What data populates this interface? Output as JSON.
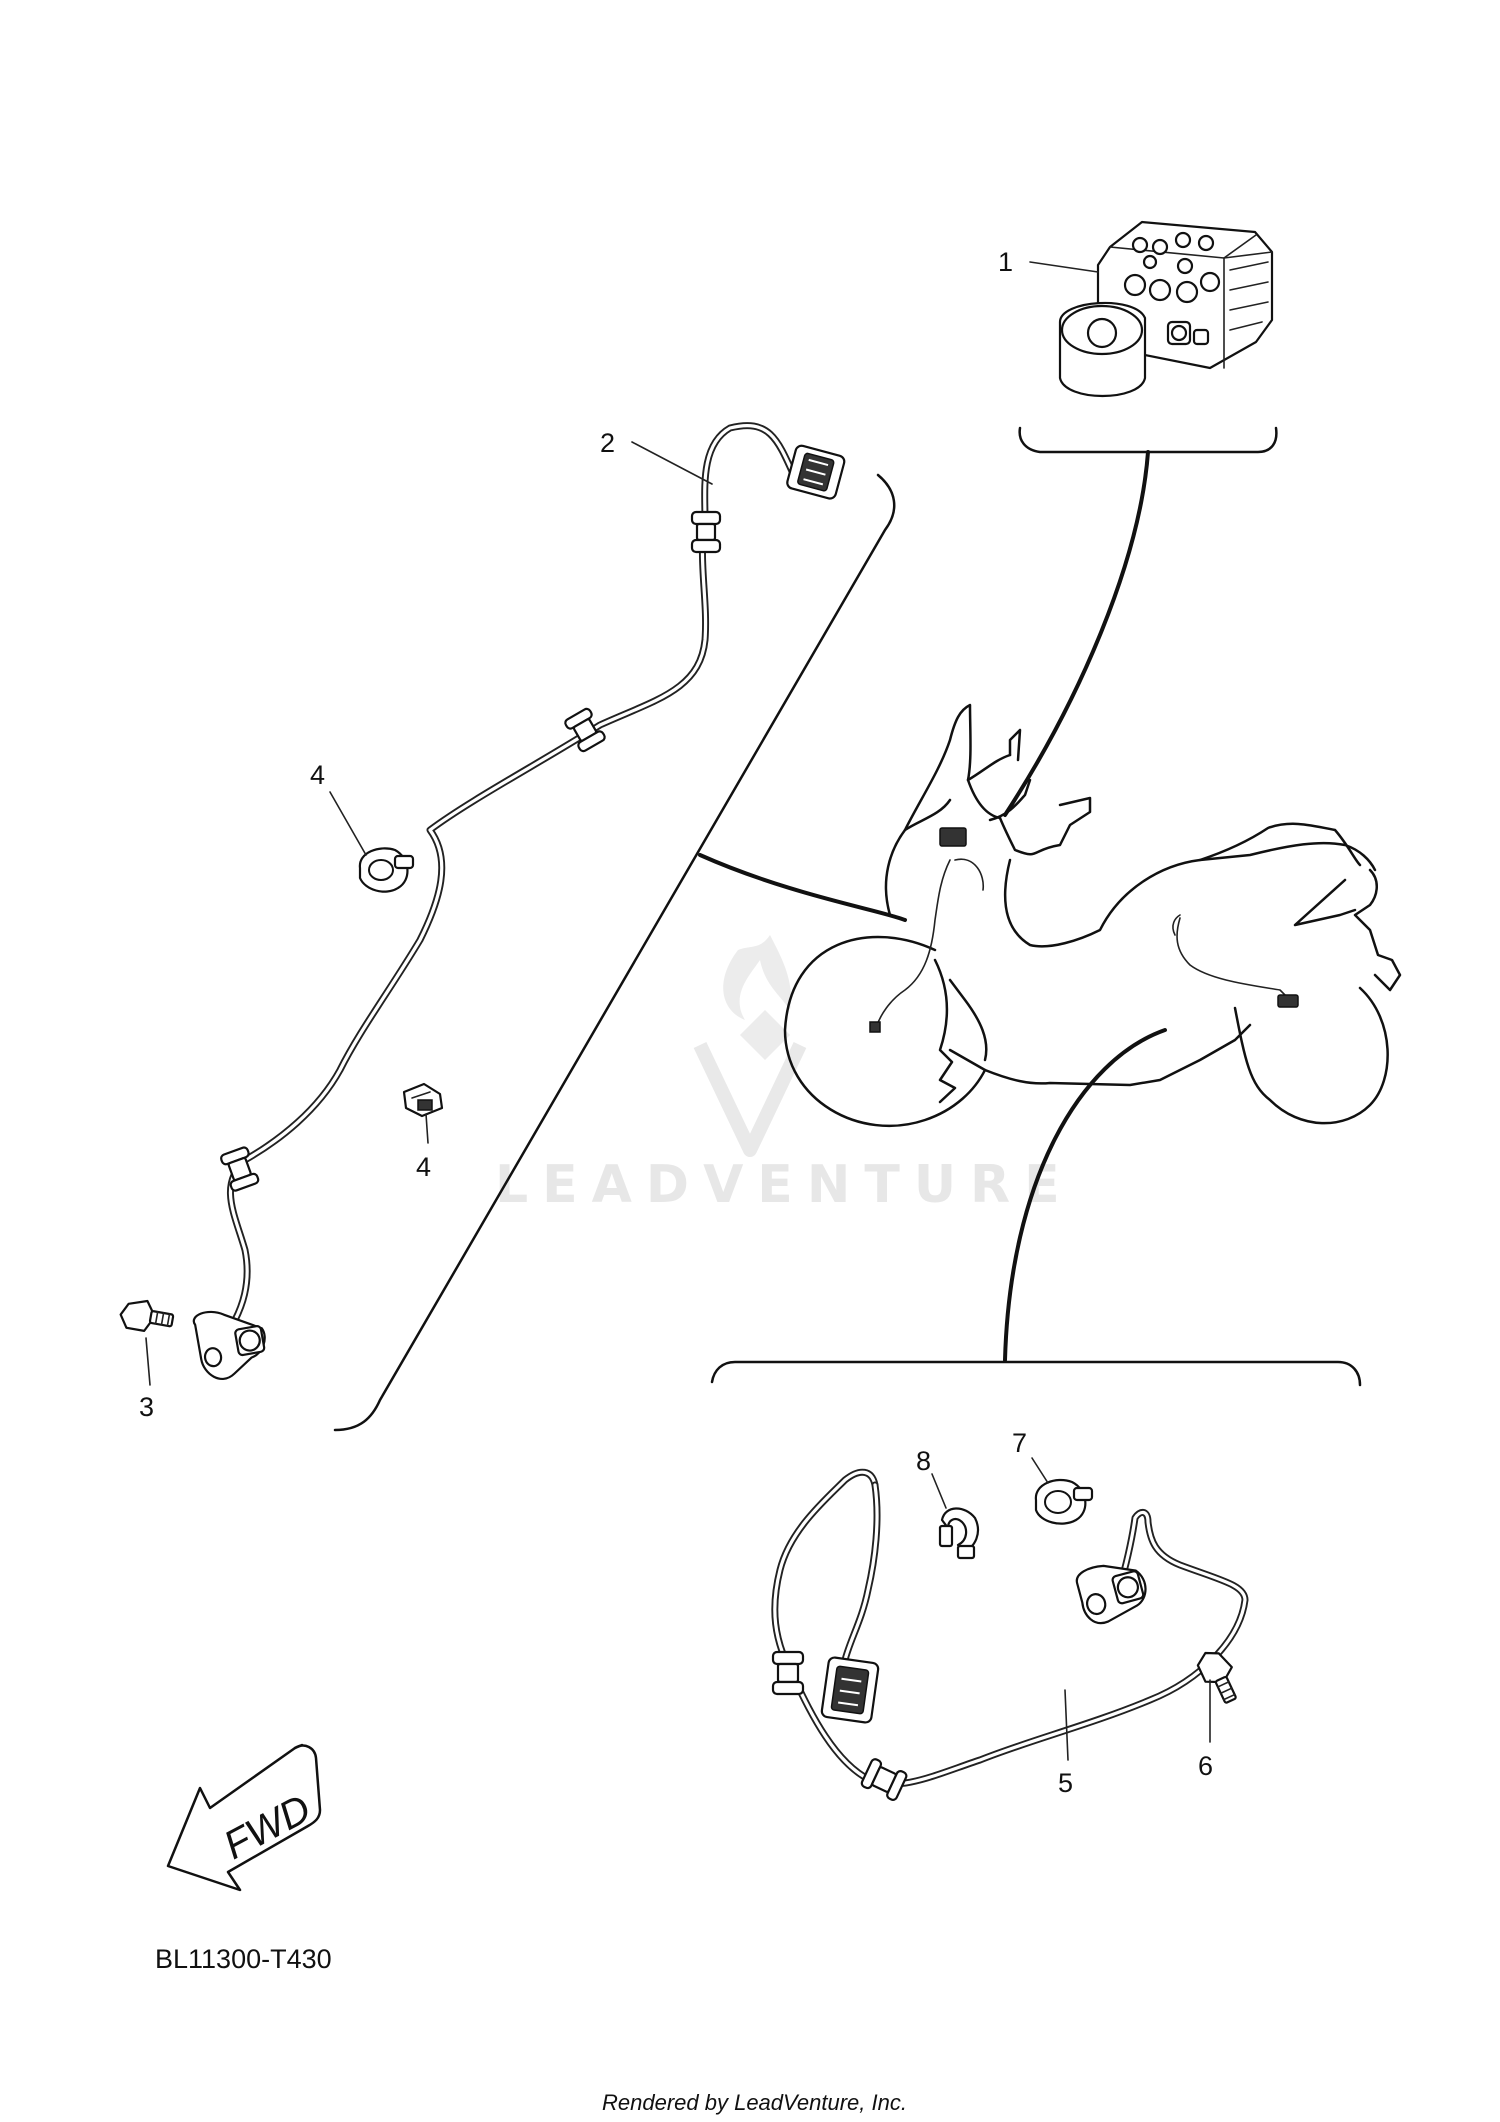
{
  "callouts": [
    "1",
    "2",
    "3",
    "4",
    "4",
    "5",
    "6",
    "7",
    "8"
  ],
  "direction_label": "FWD",
  "diagram_code": "BL11300-T430",
  "watermark": "LEADVENTURE",
  "footer": "Rendered by LeadVenture, Inc."
}
